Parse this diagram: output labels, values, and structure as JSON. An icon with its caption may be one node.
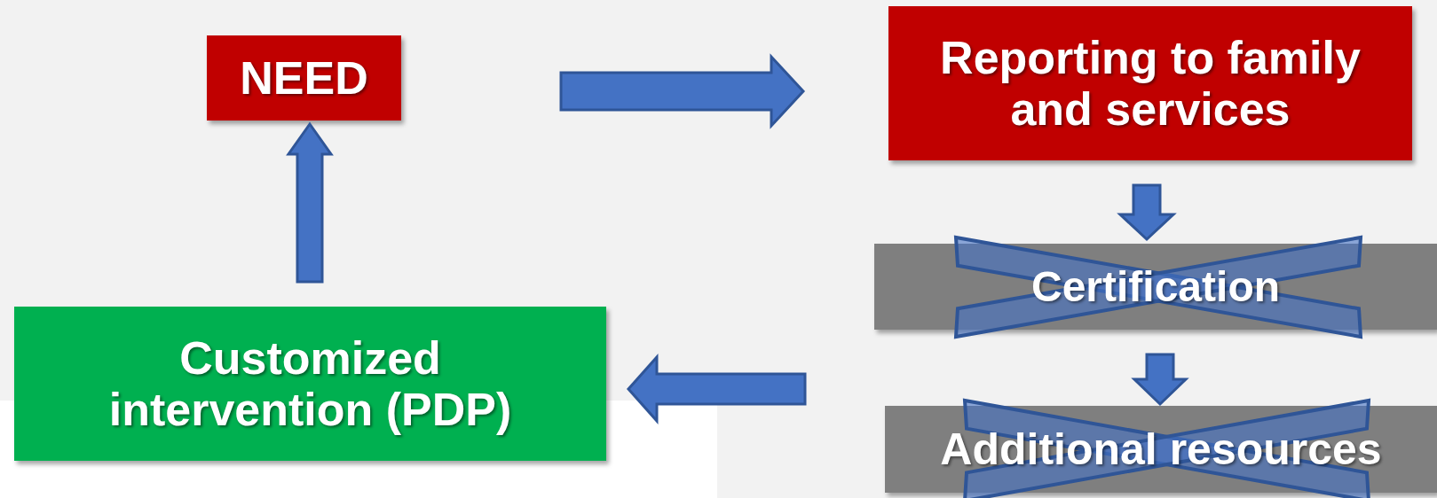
{
  "diagram": {
    "nodes": [
      {
        "text": [
          "NEED"
        ]
      },
      {
        "text": [
          "Reporting to family and services"
        ]
      },
      {
        "text": [
          "Certification"
        ]
      },
      {
        "text": [
          "Additional resources"
        ]
      },
      {
        "text": [
          "Customized intervention (PDP)"
        ]
      }
    ],
    "edges": [
      {
        "from": 0,
        "to": 1,
        "arrow": "to"
      },
      {
        "from": 1,
        "to": 2,
        "arrow": "to"
      },
      {
        "from": 2,
        "to": 3,
        "arrow": "to"
      },
      {
        "from": 3,
        "to": 4,
        "arrow": "to"
      },
      {
        "from": 4,
        "to": 0,
        "arrow": "to"
      }
    ]
  }
}
